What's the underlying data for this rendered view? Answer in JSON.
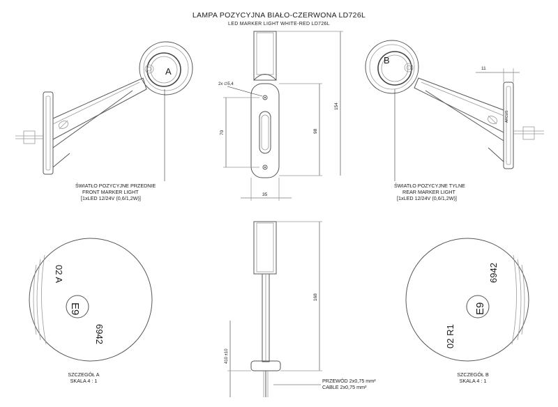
{
  "title": {
    "main": "LAMPA POZYCYJNA BIAŁO-CZERWONA LD726L",
    "sub": "LED MARKER LIGHT WHITE-RED LD726L"
  },
  "front_light": {
    "line1": "ŚWIATŁO POZYCYJNE PRZEDNIE",
    "line2": "FRONT MARKER LIGHT",
    "line3": "[1xLED 12/24V (0,6/1,2W)]",
    "marker": "A"
  },
  "rear_light": {
    "line1": "ŚWIATŁO POZYCYJNE TYLNE",
    "line2": "REAR MARKER LIGHT",
    "line3": "[1xLED 12/24V (0,6/1,2W)]",
    "marker": "B"
  },
  "dimensions": {
    "hole": "2x ∅5,4",
    "d70": "70",
    "d98": "98",
    "d154": "154",
    "d35": "35",
    "d11": "11",
    "d168": "168",
    "d410": "410 ±10"
  },
  "cable": {
    "line1": "PRZEWÓD 2x0,75 mm²",
    "line2": "CABLE 2x0,75 mm²"
  },
  "detail_a": {
    "line1": "SZCZEGÓŁ A",
    "line2": "SKALA 4 : 1",
    "code1": "02 A",
    "mark": "E9",
    "code2": "6942"
  },
  "detail_b": {
    "line1": "SZCZEGÓŁ B",
    "line2": "SKALA 4 : 1",
    "code1": "02 R1",
    "mark": "E9",
    "code2": "6942"
  },
  "arm_label": "ARCUS"
}
